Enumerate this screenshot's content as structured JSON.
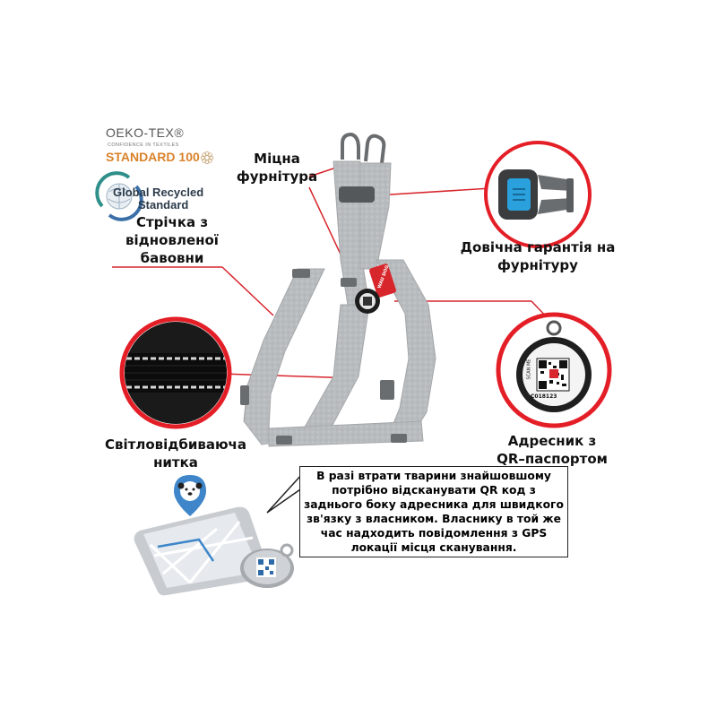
{
  "certifications": {
    "oeko_tex": {
      "title": "OEKO-TEX®",
      "subtitle": "CONFIDENCE IN TEXTILES",
      "standard": "STANDARD 100"
    },
    "grs": {
      "line1": "Global Recycled",
      "line2": "Standard"
    }
  },
  "features": {
    "hardware": [
      "Міцна",
      "фурнітура"
    ],
    "cotton_tape": [
      "Стрічка з",
      "відновленої",
      "бавовни"
    ],
    "warranty": [
      "Довічна гарантія на",
      "фурнітуру"
    ],
    "reflective": [
      "Світловідбиваюча",
      "нитка"
    ],
    "qr_tag": [
      "Адресник з",
      "QR–паспортом"
    ]
  },
  "qr_tag_closeup": {
    "scan_text": "SCAN ME",
    "code": "C018123"
  },
  "harness_tag_brand": "WAU DOG",
  "info_note": "В разі втрати тварини знайшовшому потрібно відсканувати QR код з заднього боку адресника для швидкого зв'язку з власником. Власнику в той же час надходить повідомлення з GPS локації місця сканування.",
  "colors": {
    "accent_red": "#d7262c",
    "callout_ring": "#e41e26",
    "buckle_blue": "#2aa0dc",
    "strap_gray": "#b9bcbf",
    "oeko_orange": "#d9822b"
  }
}
